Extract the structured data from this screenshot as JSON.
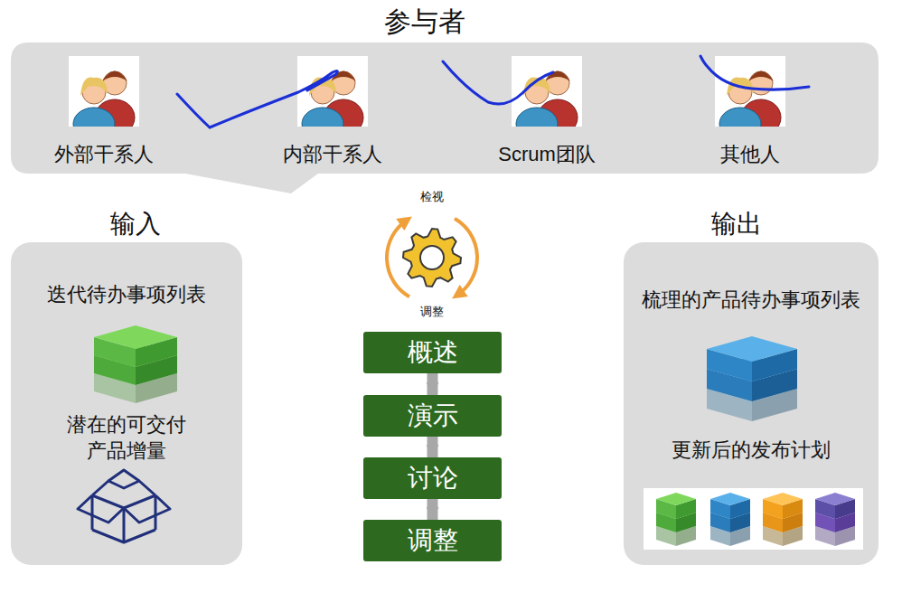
{
  "diagram": {
    "nodes": [
      {
        "text": [
          "参与者"
        ]
      },
      {
        "text": [
          "外部干系人"
        ],
        "in": 0
      },
      {
        "text": [
          "内部干系人"
        ],
        "in": 0
      },
      {
        "text": [
          "Scrum团队"
        ],
        "in": 0
      },
      {
        "text": [
          "其他人"
        ],
        "in": 0
      },
      {
        "text": [
          "输入",
          "迭代待办事项列表",
          "潜在的可交付 产品增量"
        ]
      },
      {
        "text": [
          "概述"
        ]
      },
      {
        "text": [
          "演示"
        ]
      },
      {
        "text": [
          "讨论"
        ]
      },
      {
        "text": [
          "调整"
        ]
      },
      {
        "text": [
          "输出",
          "梳理的产品待办事项列表",
          "更新后的发布计划"
        ]
      }
    ],
    "edges": [
      {
        "from": 6,
        "to": 7,
        "arrow": "to"
      },
      {
        "from": 7,
        "to": 8,
        "arrow": "to"
      },
      {
        "from": 8,
        "to": 9,
        "arrow": "to"
      }
    ],
    "labels": [
      "检视",
      "调整"
    ]
  }
}
